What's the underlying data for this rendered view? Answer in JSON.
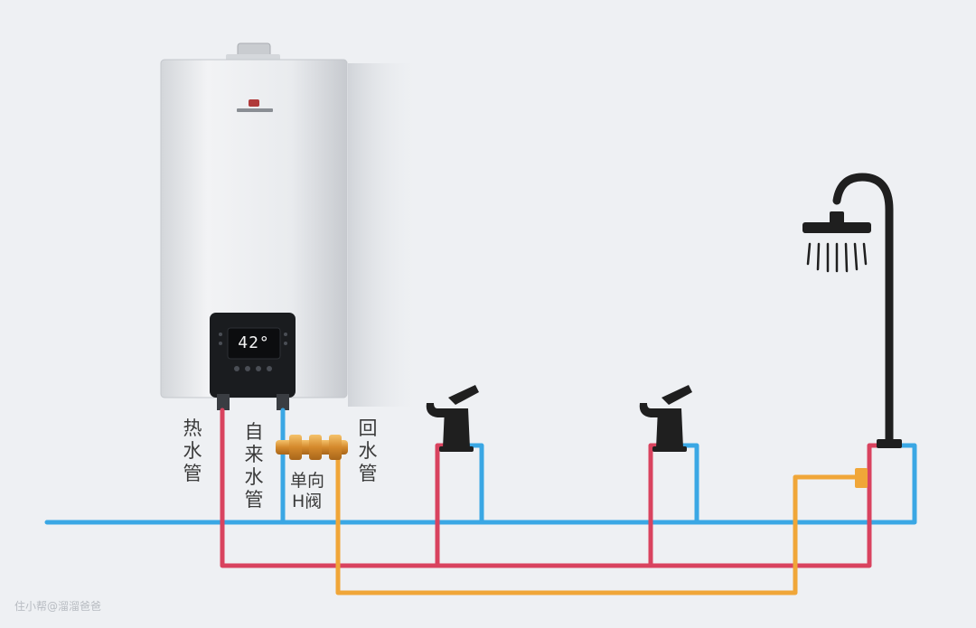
{
  "heater": {
    "display_temp": "42°"
  },
  "labels": {
    "hot_pipe": "热\n水\n管",
    "supply_pipe": "自\n来\n水\n管",
    "check_valve_line1": "单向",
    "check_valve_line2": "H阀",
    "return_pipe": "回\n水\n管"
  },
  "watermark": "住小帮@溜溜爸爸",
  "colors": {
    "hot": "#d9435f",
    "cold": "#3aa7e4",
    "return": "#f0a638",
    "background": "#eef0f3",
    "fixture": "#1f1f1f"
  },
  "icons": [
    "water-heater",
    "check-valve",
    "faucet-icon",
    "shower-icon"
  ]
}
